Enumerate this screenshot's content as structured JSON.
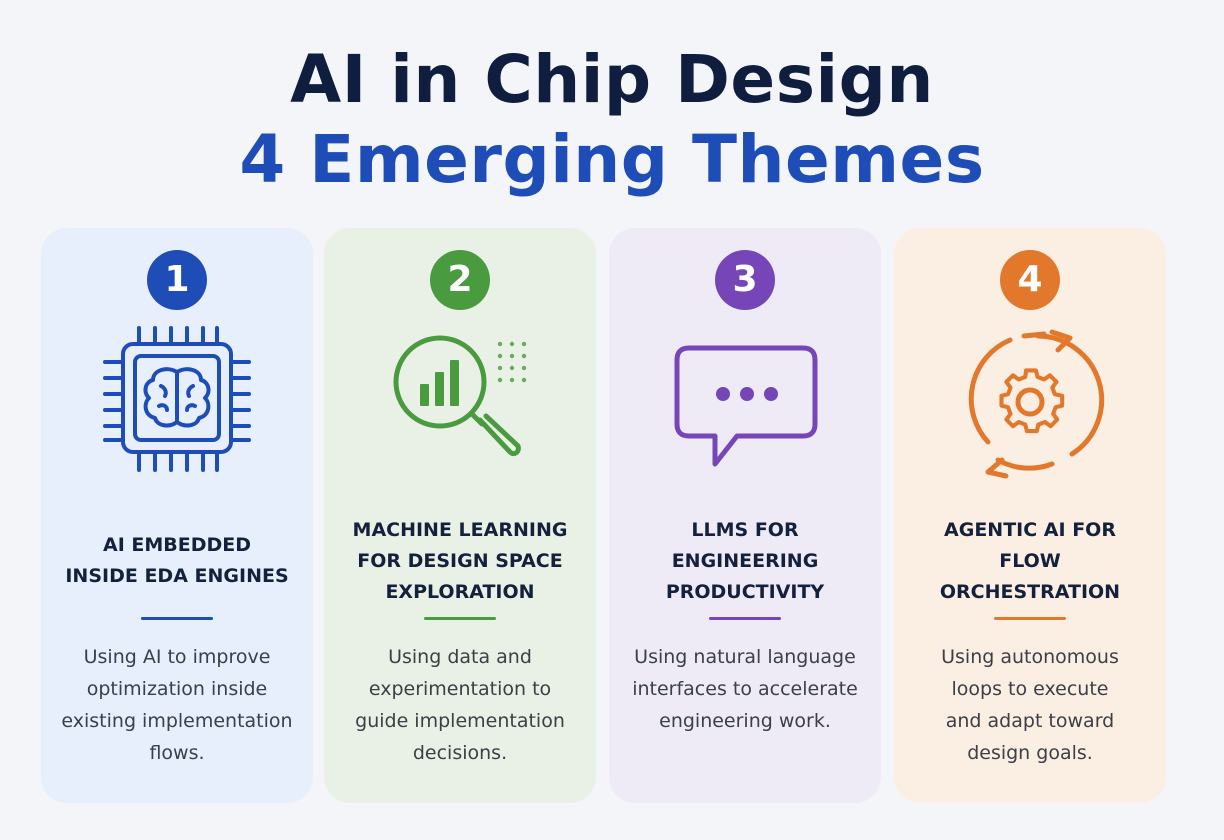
{
  "title": {
    "line1": "AI in Chip Design",
    "line2": "4 Emerging Themes"
  },
  "colors": {
    "background": "#f4f5f8",
    "title_dark": "#0f1d3f",
    "title_blue": "#1f4db7",
    "theme1": "#1f4db7",
    "theme2": "#4a9a3f",
    "theme3": "#7646b8",
    "theme4": "#e2782c"
  },
  "cards": [
    {
      "number": "1",
      "icon": "chip-brain-icon",
      "heading_lines": [
        "AI EMBEDDED",
        "INSIDE EDA ENGINES"
      ],
      "description_lines": [
        "Using AI to improve",
        "optimization inside",
        "existing implementation",
        "flows."
      ]
    },
    {
      "number": "2",
      "icon": "magnifier-chart-icon",
      "heading_lines": [
        "MACHINE LEARNING",
        "FOR DESIGN SPACE",
        "EXPLORATION"
      ],
      "description_lines": [
        "Using data and",
        "experimentation to",
        "guide implementation",
        "decisions."
      ]
    },
    {
      "number": "3",
      "icon": "chat-bubble-icon",
      "heading_lines": [
        "LLMS FOR",
        "ENGINEERING",
        "PRODUCTIVITY"
      ],
      "description_lines": [
        "Using natural language",
        "interfaces to accelerate",
        "engineering work."
      ]
    },
    {
      "number": "4",
      "icon": "gear-cycle-icon",
      "heading_lines": [
        "AGENTIC AI FOR",
        "FLOW",
        "ORCHESTRATION"
      ],
      "description_lines": [
        "Using autonomous",
        "loops to execute",
        "and adapt toward",
        "design goals."
      ]
    }
  ]
}
